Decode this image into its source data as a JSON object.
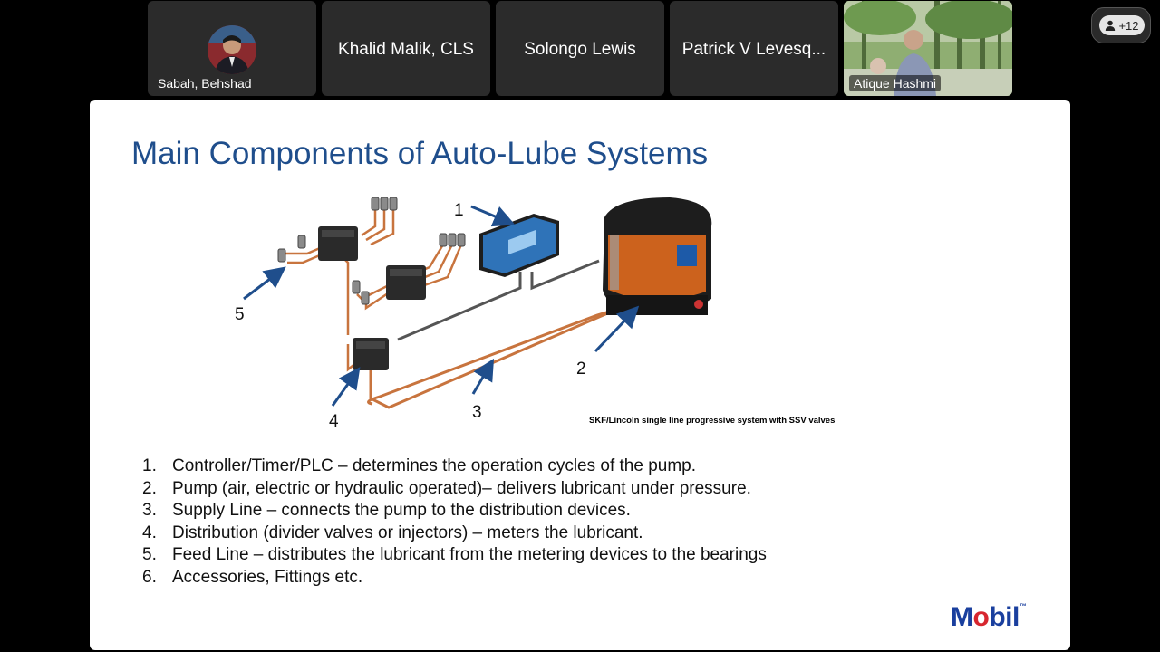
{
  "participants": [
    {
      "name": "Sabah, Behshad",
      "type": "avatar"
    },
    {
      "name": "Khalid Malik, CLS",
      "type": "name"
    },
    {
      "name": "Solongo Lewis",
      "type": "name"
    },
    {
      "name": "Patrick V Levesq...",
      "type": "name"
    },
    {
      "name": "Atique Hashmi",
      "type": "video"
    }
  ],
  "more_participants": "+12",
  "slide": {
    "title": "Main Components of Auto-Lube Systems",
    "caption": "SKF/Lincoln single line progressive system with SSV valves",
    "callouts": [
      "1",
      "2",
      "3",
      "4",
      "5"
    ],
    "items": [
      {
        "num": "1.",
        "text": "Controller/Timer/PLC – determines the operation cycles of the pump."
      },
      {
        "num": "2.",
        "text": "Pump (air, electric or hydraulic operated)– delivers lubricant under pressure."
      },
      {
        "num": "3.",
        "text": "Supply Line – connects the pump to the distribution devices."
      },
      {
        "num": "4.",
        "text": "Distribution (divider valves or injectors) – meters the lubricant."
      },
      {
        "num": "5.",
        "text": "Feed Line – distributes the lubricant from the metering devices to the bearings"
      },
      {
        "num": "6.",
        "text": "Accessories, Fittings etc."
      }
    ],
    "logo": {
      "text_a": "M",
      "text_o": "o",
      "text_b": "bil",
      "tm": "™"
    }
  },
  "colors": {
    "title": "#1f4e8c",
    "arrow": "#1f4e8c",
    "tube": "#c8743e",
    "logo": "#1a3f9e",
    "logo_accent": "#d7262f"
  }
}
